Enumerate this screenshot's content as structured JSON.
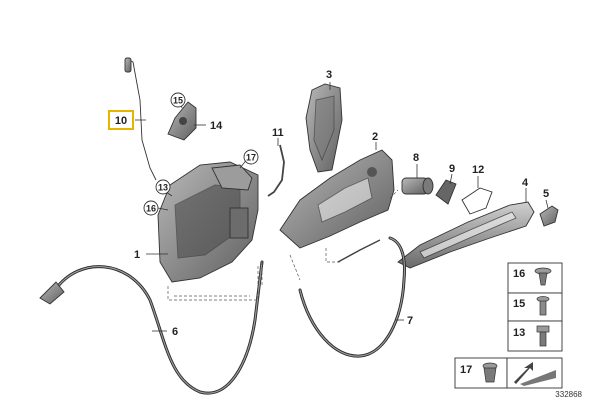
{
  "diagram_id": "332868",
  "callouts": {
    "c1": "1",
    "c2": "2",
    "c3": "3",
    "c4": "4",
    "c5": "5",
    "c6": "6",
    "c7": "7",
    "c8": "8",
    "c9": "9",
    "c10": "10",
    "c11": "11",
    "c12": "12",
    "c13": "13",
    "c14": "14",
    "c15": "15",
    "c16": "16",
    "c17": "17"
  },
  "legend": {
    "l16": "16",
    "l15": "15",
    "l13": "13",
    "l17": "17"
  },
  "colors": {
    "highlight": "#e8b400",
    "part_fill": "#8a8a8a",
    "part_dark": "#5a5a5a",
    "cable": "#2a2a2a"
  }
}
